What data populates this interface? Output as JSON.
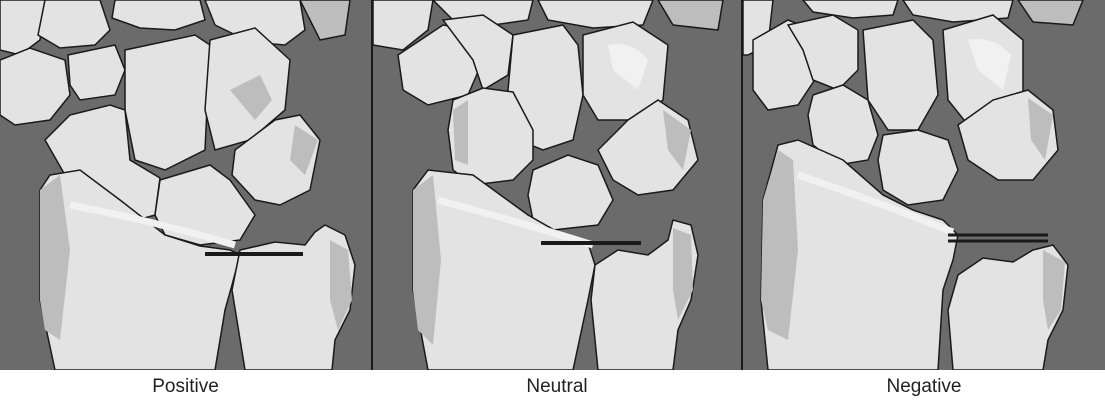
{
  "colors": {
    "background": "#6b6b6b",
    "bone_light": "#e3e3e3",
    "bone_shade": "#bdbdbd",
    "bone_highlight": "#f1f1f1",
    "outline": "#1a1a1a"
  },
  "panels": [
    {
      "caption": "Positive"
    },
    {
      "caption": "Neutral"
    },
    {
      "caption": "Negative"
    }
  ]
}
